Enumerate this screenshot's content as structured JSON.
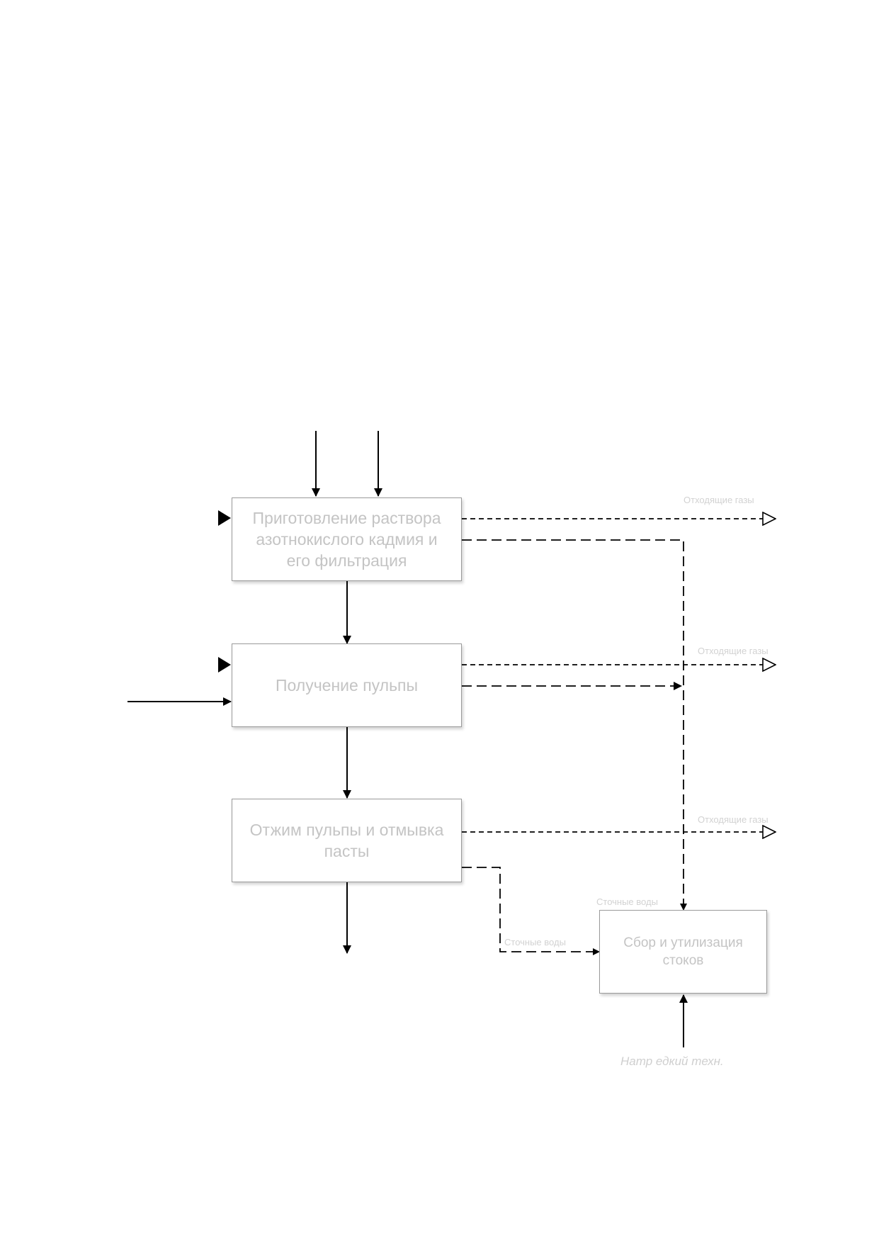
{
  "diagram": {
    "blocks": {
      "prep": "Приготовление раствора азотнокислого кадмия и его фильтрация",
      "pulp": "Получение пульпы",
      "squeeze": "Отжим пульпы и отмывка пасты",
      "waste": "Сбор и утилизация стоков"
    },
    "labels": {
      "gases_1": "Отходящие газы",
      "gases_2": "Отходящие газы",
      "gases_3": "Отходящие газы",
      "waste_water_top": "Сточные воды",
      "waste_water_left": "Сточные воды",
      "control": "Натр едкий техн."
    }
  }
}
